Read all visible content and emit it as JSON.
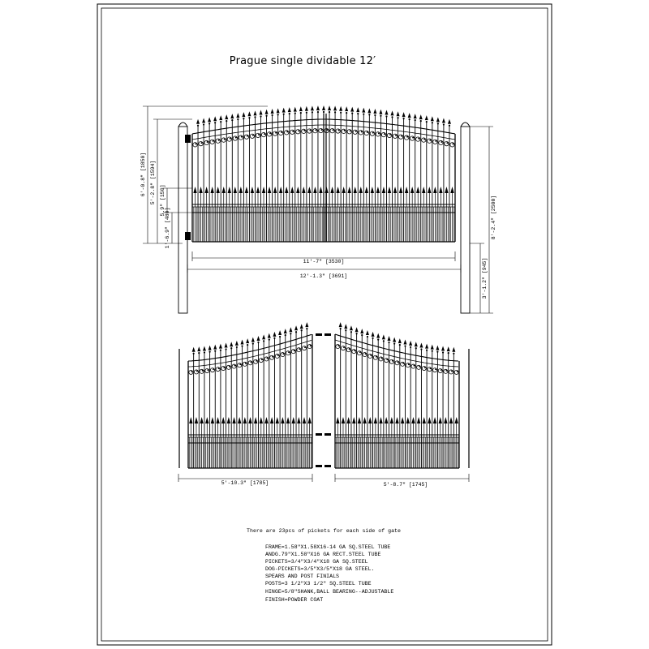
{
  "title": "Prague single dividable 12′",
  "assembled_gate": {
    "dim_inner_width": "11′-7″ [3530]",
    "dim_outer_width": "12′-1.3″ [3691]",
    "dim_overall_height": "6′-0.8″ [1850]",
    "dim_frame_height": "5′-2.8″ [1594]",
    "dim_finial_height": "5.9″ [150]",
    "dim_bottom_height": "1′-6.9″ [480]",
    "dim_post_height": "8′-2.4″ [2500]",
    "dim_post_ground": "3′-1.2″ [945]"
  },
  "split_gates": {
    "left_width": "5′-10.3″ [1785]",
    "right_width": "5′-8.7″ [1745]"
  },
  "picket_note": "There are 23pcs of pickets for each side of gate",
  "specs": [
    "FRAME=1.58″X1.58X16-14 GA SQ.STEEL TUBE",
    "ANDG.79″X1.58″X16 GA RECT.STEEL TUBE",
    "PICKETS=3/4″X3/4″X18 GA SQ.STEEL",
    "DOG-PICKETS=3/5″X3/5″X18 GA STEEL.",
    "SPEARS AND POST FINIALS",
    "POSTS=3 1/2″X3 1/2″ SQ.STEEL TUBE",
    "HINGE=5/8″SHANK,BALL BEARING--ADJUSTABLE",
    "FINISH=POWDER COAT"
  ]
}
